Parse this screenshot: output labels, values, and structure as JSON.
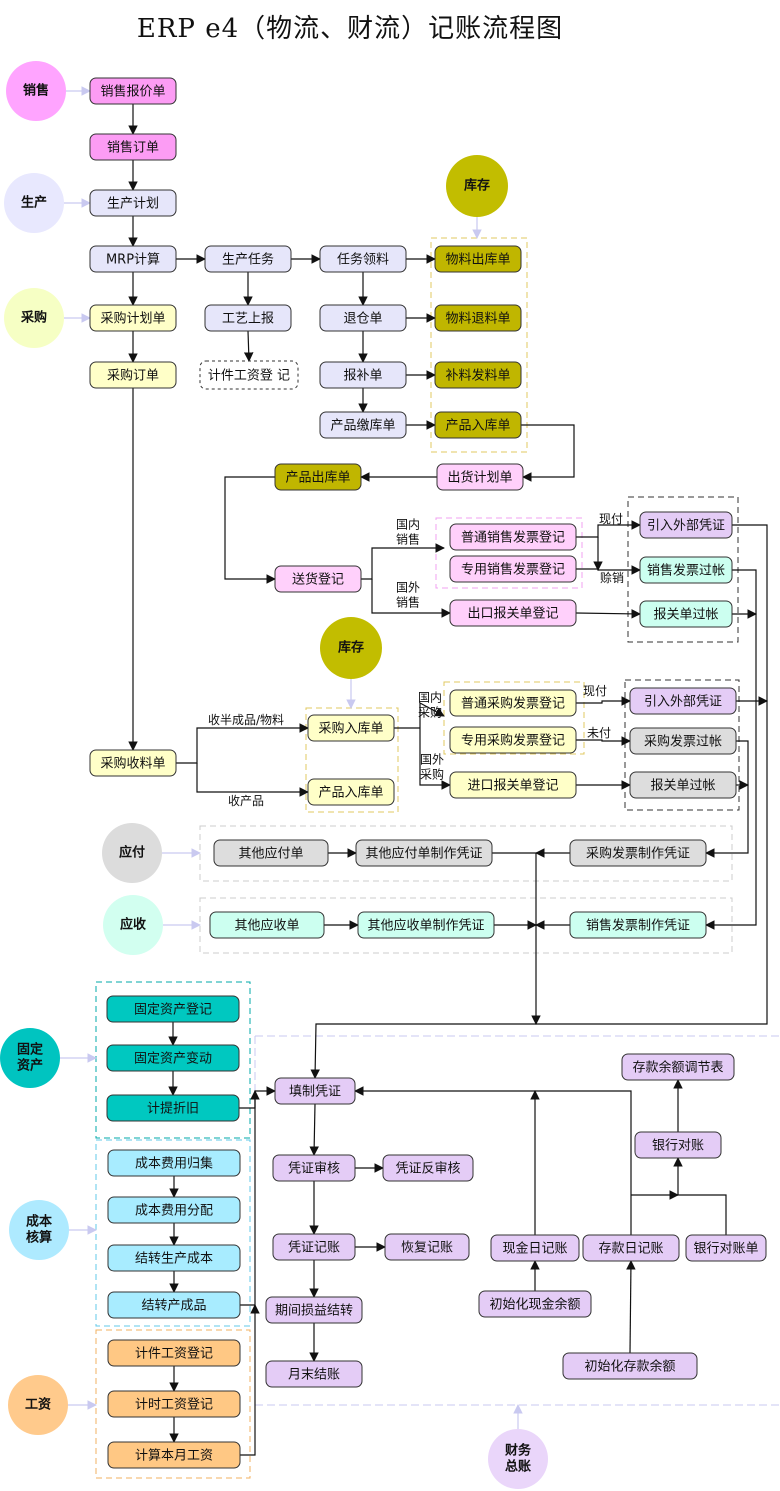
{
  "title": "ERP e4（物流、财流）记账流程图",
  "colors": {
    "pink": "#fc9cf4",
    "lav": "#e6e6fa",
    "yel": "#ffffc8",
    "olive": "#c0b600",
    "pinkSoft": "#ffd0fb",
    "lavD": "#e4ccf6",
    "mint": "#ccfff0",
    "grey": "#dddddd",
    "teal": "#00c8c0",
    "sky": "#a8ecff",
    "orange": "#ffc884",
    "pinkC": "#ffa4ff",
    "lavC": "#e8e8fe",
    "yelC": "#f6ffc4",
    "oliveC": "#c2bd00",
    "greyC": "#dcdcdc",
    "mintC": "#d2fff0",
    "tealC": "#00c4c0",
    "skyC": "#aeeaff",
    "orangeC": "#ffca8c",
    "lavDC": "#ead6fa"
  },
  "circles": {
    "sales": "销售",
    "production": "生产",
    "purchase": "采购",
    "inventory1": "库存",
    "inventory2": "库存",
    "payable": "应付",
    "receivable": "应收",
    "fixed_assets": "固定\n资产",
    "cost": "成本\n核算",
    "wages": "工资",
    "finance": "财务\n总账"
  },
  "nodes": {
    "sales_quote": "销售报价单",
    "sales_order": "销售订单",
    "production_plan": "生产计划",
    "mrp": "MRP计算",
    "production_task": "生产任务",
    "task_requisition": "任务领料",
    "material_out": "物料出库单",
    "purchase_plan": "采购计划单",
    "process_report": "工艺上报",
    "return_warehouse": "退仓单",
    "material_return": "物料退料单",
    "purchase_order": "采购订单",
    "piece_wage_register": "计件工资登 记",
    "replenish": "报补单",
    "supplement_issue": "补料发料单",
    "product_receipt": "产品缴库单",
    "product_in": "产品入库单",
    "product_out": "产品出库单",
    "shipping_plan": "出货计划单",
    "delivery": "送货登记",
    "normal_sales_invoice": "普通销售发票登记",
    "special_sales_invoice": "专用销售发票登记",
    "export_declare": "出口报关单登记",
    "import_voucher_sales": "引入外部凭证",
    "sales_invoice_post": "销售发票过帐",
    "customs_post_sales": "报关单过帐",
    "purchase_receipt": "采购收料单",
    "purchase_in": "采购入库单",
    "product_in2": "产品入库单",
    "normal_purchase_invoice": "普通采购发票登记",
    "special_purchase_invoice": "专用采购发票登记",
    "import_declare": "进口报关单登记",
    "import_voucher_purchase": "引入外部凭证",
    "purchase_invoice_post": "采购发票过帐",
    "customs_post_purchase": "报关单过帐",
    "other_payable": "其他应付单",
    "other_payable_voucher": "其他应付单制作凭证",
    "purchase_invoice_voucher": "采购发票制作凭证",
    "other_receivable": "其他应收单",
    "other_receivable_voucher": "其他应收单制作凭证",
    "sales_invoice_voucher": "销售发票制作凭证",
    "fixed_asset_register": "固定资产登记",
    "fixed_asset_change": "固定资产变动",
    "depreciation": "计提折旧",
    "cost_collect": "成本费用归集",
    "cost_allocate": "成本费用分配",
    "carry_production_cost": "结转生产成本",
    "carry_finished_goods": "结转产成品",
    "piece_wage": "计件工资登记",
    "time_wage": "计时工资登记",
    "monthly_wage": "计算本月工资",
    "fill_voucher": "填制凭证",
    "voucher_audit": "凭证审核",
    "voucher_unaudit": "凭证反审核",
    "voucher_post": "凭证记账",
    "restore_post": "恢复记账",
    "period_pl_carry": "期间损益结转",
    "month_end": "月末结账",
    "cash_journal": "现金日记账",
    "deposit_journal": "存款日记账",
    "bank_statement": "银行对账单",
    "bank_reconcile": "银行对账",
    "deposit_balance_table": "存款余额调节表",
    "init_cash": "初始化现金余额",
    "init_deposit": "初始化存款余额"
  },
  "labels": {
    "domestic_sales": "国内\n销售",
    "foreign_sales": "国外\n销售",
    "cash_pay": "现付",
    "credit_sale": "赊销",
    "semi_finished": "收半成品/物料",
    "finished": "收产品",
    "domestic_purchase": "国内\n采购",
    "foreign_purchase": "国外\n采购",
    "cash_pay2": "现付",
    "unpaid": "未付"
  }
}
